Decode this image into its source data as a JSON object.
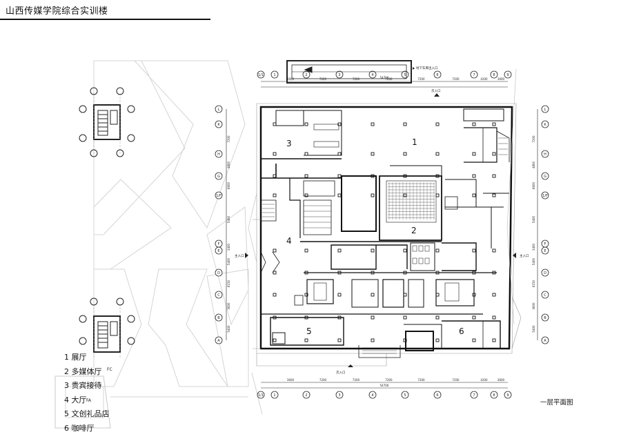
{
  "title": "山西传媒学院综合实训楼",
  "caption": "一层平面图",
  "legend": [
    "1 展厅",
    "2 多媒体厅",
    "3 贵宾接待",
    "4 大厅",
    "5 文创礼品店",
    "6 咖啡厅"
  ],
  "rooms": [
    "1",
    "2",
    "3",
    "4",
    "5",
    "6"
  ],
  "entrances": {
    "garage": "地下车库出入口",
    "secondary": "次入口",
    "main": "主入口"
  },
  "grid_top": [
    "1/1",
    "1",
    "2",
    "3",
    "4",
    "5",
    "6",
    "7",
    "8",
    "9"
  ],
  "grid_bottom": [
    "1/1",
    "1",
    "2",
    "3",
    "4",
    "5",
    "6",
    "7",
    "8",
    "9"
  ],
  "grid_rows": [
    "A",
    "B",
    "C",
    "D",
    "E",
    "F",
    "1/F",
    "G",
    "H",
    "K",
    "L"
  ],
  "dims_top": [
    "3600",
    "7200",
    "7200",
    "7200",
    "7200",
    "7200",
    "4200",
    "3600"
  ],
  "dims_bottom": [
    "3600",
    "7200",
    "7200",
    "7200",
    "7200",
    "7200",
    "4200",
    "3600"
  ],
  "dims_side": [
    "5400",
    "3600",
    "6150",
    "5400",
    "3400",
    "5400",
    "6600",
    "4800",
    "7200"
  ],
  "total_dim": "54700",
  "key_labels": [
    "FC",
    "FA"
  ]
}
